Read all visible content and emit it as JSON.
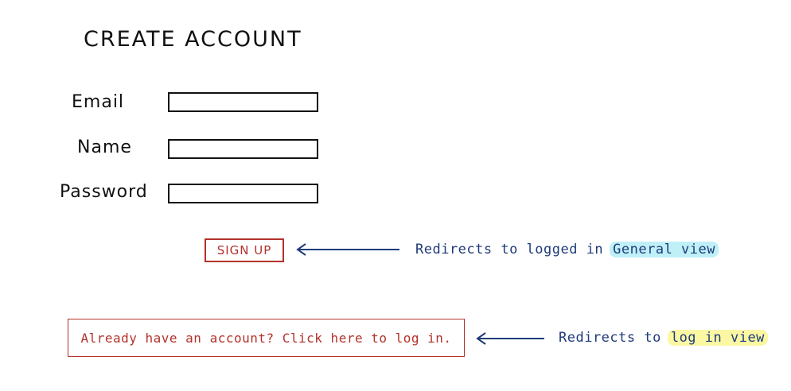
{
  "title": "CREATE ACCOUNT",
  "form": {
    "email_label": "Email",
    "name_label": "Name",
    "password_label": "Password",
    "email_value": "",
    "name_value": "",
    "password_value": ""
  },
  "signup_button_label": "SIGN UP",
  "login_link_text": "Already have an account? Click here to log in.",
  "annotations": {
    "signup_note_prefix": "Redirects to logged in",
    "signup_note_highlight": "General view",
    "signup_highlight_color": "#bff0f7",
    "login_note_prefix": "Redirects to",
    "login_note_highlight": "log in view",
    "login_highlight_color": "#fbf7a3"
  },
  "colors": {
    "ink": "#111111",
    "accent_red": "#b3312a",
    "annotation_blue": "#1f3b7a"
  }
}
